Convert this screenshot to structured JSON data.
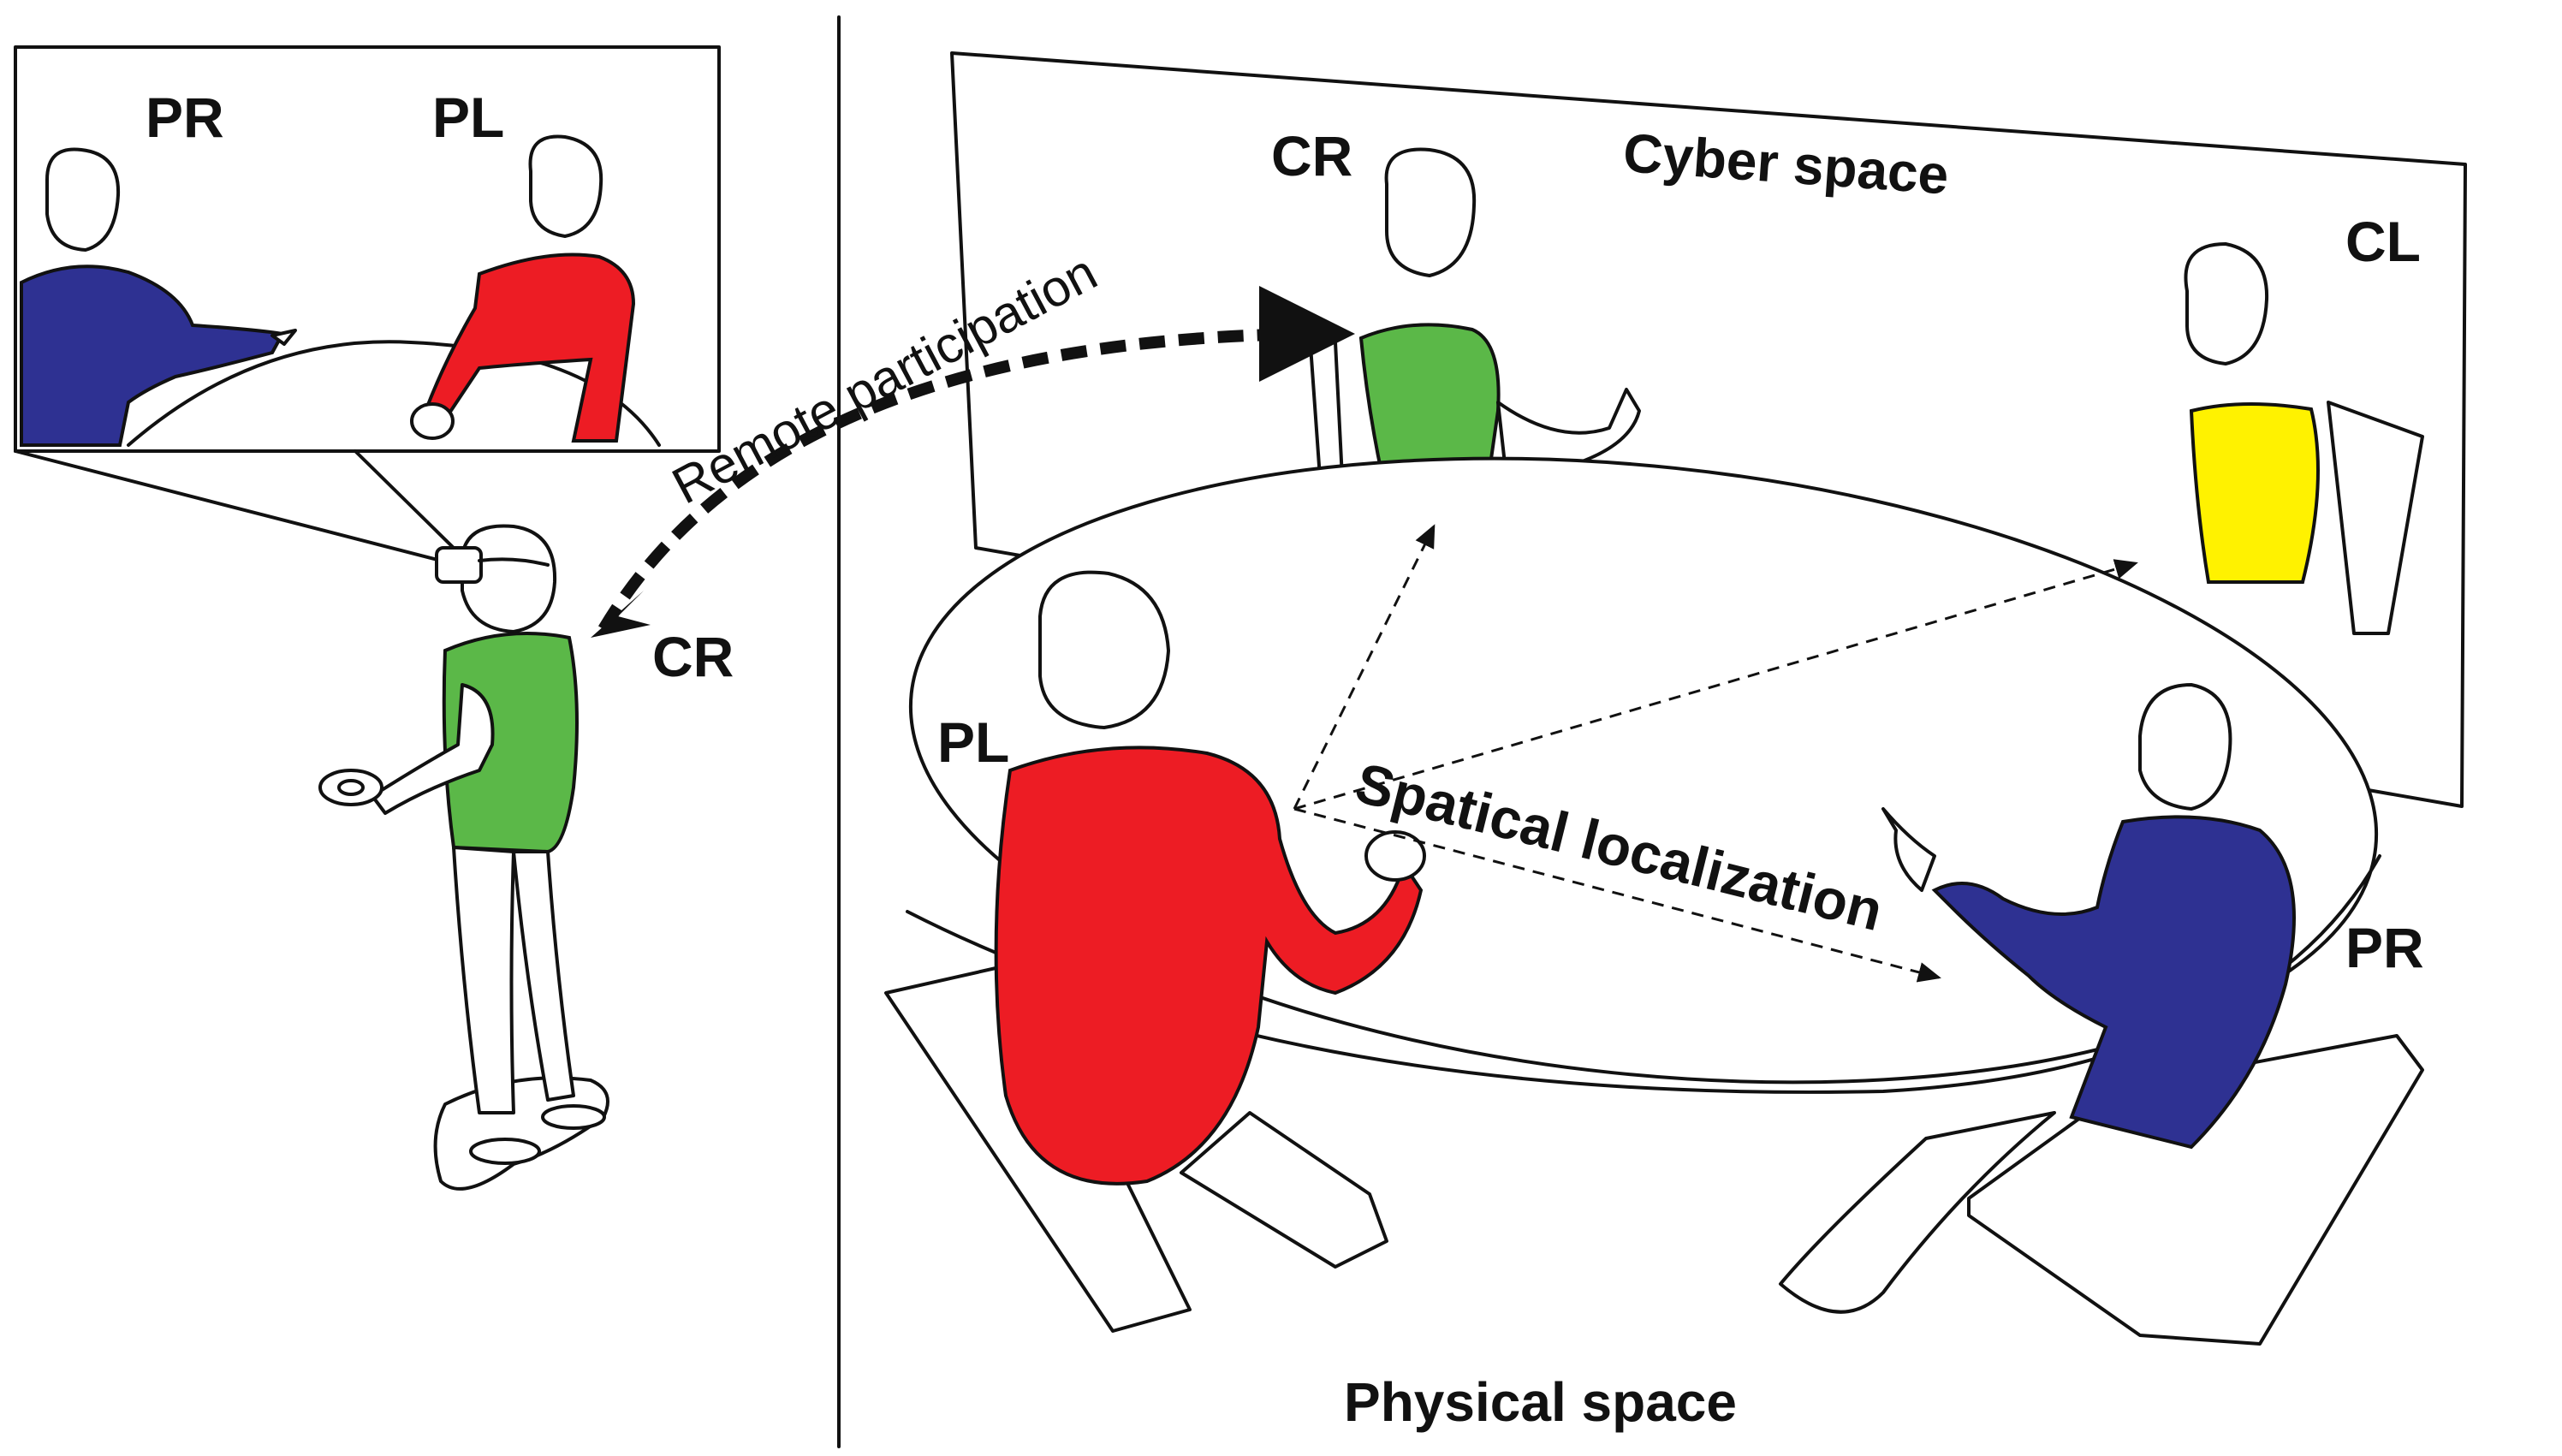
{
  "labels": {
    "inset_pr": "PR",
    "inset_pl": "PL",
    "remote_cr": "CR",
    "cyber_cr": "CR",
    "cyber_cl": "CL",
    "physical_pl": "PL",
    "physical_pr": "PR",
    "cyber_space": "Cyber space",
    "physical_space": "Physical space",
    "remote_participation": "Remote participation",
    "spatial_localization": "Spatical localization"
  },
  "colors": {
    "blue": "#2E3192",
    "red": "#ED1C24",
    "green": "#5BB848",
    "yellow": "#FFF200",
    "ink": "#111111"
  },
  "icons": {
    "vr_headset": "vr-headset-icon",
    "controller": "vr-controller-icon"
  }
}
